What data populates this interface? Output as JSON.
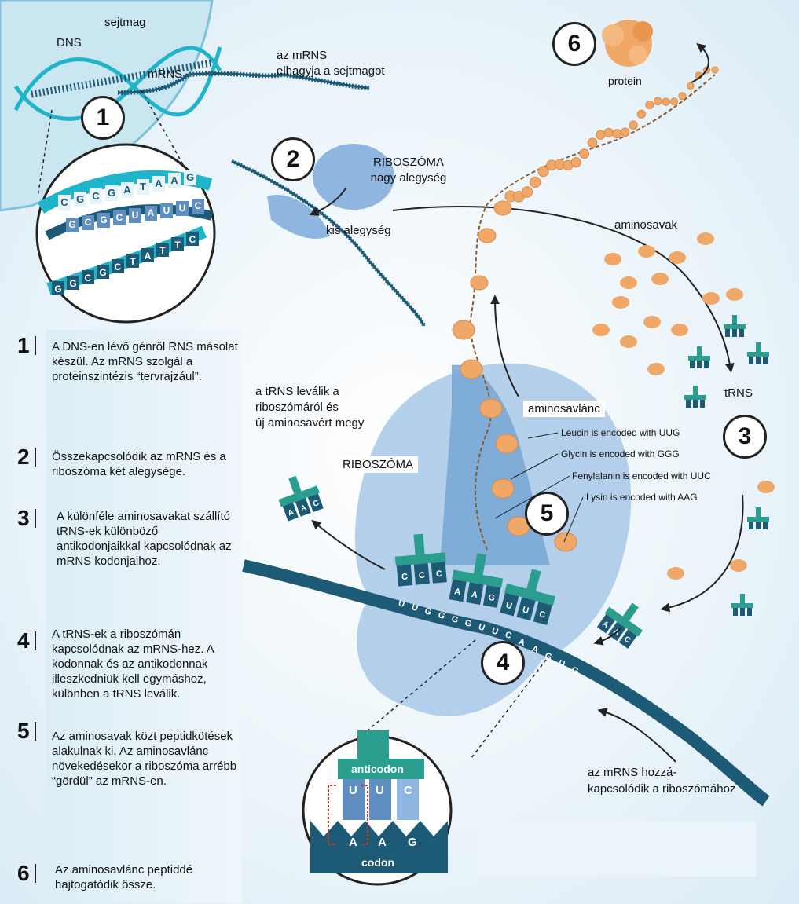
{
  "nucleus": {
    "title": "sejtmag",
    "dna": "DNS",
    "mrna": "mRNS"
  },
  "mrna_leaves": [
    "az mRNS",
    "elhagyja a sejtmagot"
  ],
  "protein_label": "protein",
  "ribosome_large": [
    "RIBOSZÓMA",
    "nagy alegység"
  ],
  "ribosome_small": "kis alegység",
  "aminoacids_label": "aminosavak",
  "trna_label": "tRNS",
  "chain_label": "aminosavlánc",
  "trna_leaves": [
    "a tRNS leválik a",
    "riboszómáról és",
    "új aminosavért megy"
  ],
  "ribosome_label": "RIBOSZÓMA",
  "mrna_attaches": [
    "az mRNS hozzá-",
    "kapcsolódik a riboszómához"
  ],
  "annotations": [
    "Leucin is encoded with UUG",
    "Glycin is encoded with GGG",
    "Fenylalanin is encoded with UUC",
    "Lysin is encoded with AAG"
  ],
  "markers": [
    "1",
    "2",
    "3",
    "4",
    "5",
    "6"
  ],
  "steps": [
    {
      "num": "1",
      "text": "A DNS-en lévő génről RNS másolat készül. Az mRNS szolgál a proteinszintézis “tervrajzául”."
    },
    {
      "num": "2",
      "text": "Összekapcsolódik az mRNS és a riboszóma két alegysége."
    },
    {
      "num": "3",
      "text": "A különféle aminosavakat szállító tRNS-ek különböző antikodonjaikkal kapcsolódnak az mRNS kodonjaihoz."
    },
    {
      "num": "4",
      "text": "A tRNS-ek a riboszómán kapcsolódnak az mRNS-hez. A kodonnak és az antikodonnak illeszkedniük kell egymáshoz, különben a tRNS leválik."
    },
    {
      "num": "5",
      "text": "Az aminosavak közt peptidkötések alakulnak ki. Az aminosavlánc növekedésekor a riboszóma arrébb “gördül” az mRNS-en."
    },
    {
      "num": "6",
      "text": "Az aminosavlánc peptiddé hajtogatódik össze."
    }
  ],
  "zoom_dna_top": [
    "C",
    "G",
    "C",
    "G",
    "A",
    "T",
    "A",
    "A",
    "G"
  ],
  "zoom_rna": [
    "G",
    "C",
    "G",
    "C",
    "U",
    "A",
    "U",
    "U",
    "C"
  ],
  "zoom_dna_bottom": [
    "G",
    "G",
    "C",
    "G",
    "C",
    "T",
    "A",
    "T",
    "T",
    "C"
  ],
  "mrna_strand": [
    "U",
    "U",
    "G",
    "G",
    "G",
    "G",
    "U",
    "U",
    "C",
    "A",
    "A",
    "G",
    "U",
    "G"
  ],
  "trna_anticodons": [
    [
      "C",
      "C",
      "C"
    ],
    [
      "A",
      "A",
      "G"
    ],
    [
      "U",
      "U",
      "C"
    ]
  ],
  "free_trna_codes": [
    [
      "A",
      "A",
      "C"
    ],
    [
      "A",
      "A",
      "C"
    ]
  ],
  "codon_zoom": {
    "anticodon": "anticodon",
    "codon": "codon",
    "top": [
      "U",
      "U",
      "C"
    ],
    "bottom": [
      "A",
      "A",
      "G"
    ]
  },
  "colors": {
    "dna": "#1fb4c9",
    "mrna": "#1d5a76",
    "ribosome": "#8fb6e0",
    "amino": "#f0a868",
    "trna": "#2a9d8f",
    "nucleus": "#c9e6f1"
  }
}
